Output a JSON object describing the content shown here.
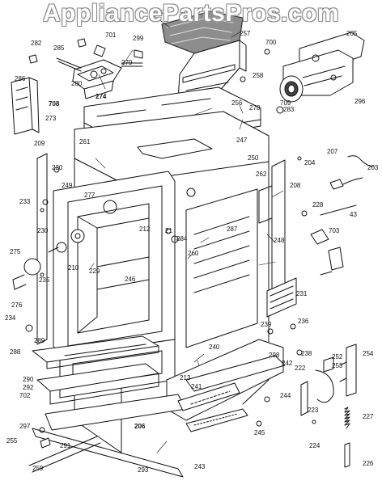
{
  "watermark": "AppliancePartsPros.com",
  "parts": [
    {
      "id": "295"
    },
    {
      "id": "701"
    },
    {
      "id": "282"
    },
    {
      "id": "285"
    },
    {
      "id": "299"
    },
    {
      "id": "279"
    },
    {
      "id": "280"
    },
    {
      "id": "274"
    },
    {
      "id": "286"
    },
    {
      "id": "708"
    },
    {
      "id": "273"
    },
    {
      "id": "209"
    },
    {
      "id": "220"
    },
    {
      "id": "233"
    },
    {
      "id": "230"
    },
    {
      "id": "275"
    },
    {
      "id": "235"
    },
    {
      "id": "276"
    },
    {
      "id": "234"
    },
    {
      "id": "288"
    },
    {
      "id": "289"
    },
    {
      "id": "290"
    },
    {
      "id": "292"
    },
    {
      "id": "702"
    },
    {
      "id": "297"
    },
    {
      "id": "255"
    },
    {
      "id": "259"
    },
    {
      "id": "291"
    },
    {
      "id": "293"
    },
    {
      "id": "206"
    },
    {
      "id": "243"
    },
    {
      "id": "245"
    },
    {
      "id": "244"
    },
    {
      "id": "241"
    },
    {
      "id": "213"
    },
    {
      "id": "240"
    },
    {
      "id": "242"
    },
    {
      "id": "239"
    },
    {
      "id": "298"
    },
    {
      "id": "238"
    },
    {
      "id": "236"
    },
    {
      "id": "223"
    },
    {
      "id": "222"
    },
    {
      "id": "224"
    },
    {
      "id": "252"
    },
    {
      "id": "253"
    },
    {
      "id": "254"
    },
    {
      "id": "227"
    },
    {
      "id": "226"
    },
    {
      "id": "231"
    },
    {
      "id": "703"
    },
    {
      "id": "248"
    },
    {
      "id": "287"
    },
    {
      "id": "260"
    },
    {
      "id": "246"
    },
    {
      "id": "210"
    },
    {
      "id": "229"
    },
    {
      "id": "277"
    },
    {
      "id": "249"
    },
    {
      "id": "212"
    },
    {
      "id": "21"
    },
    {
      "id": "284"
    },
    {
      "id": "261"
    },
    {
      "id": "257"
    },
    {
      "id": "256"
    },
    {
      "id": "278"
    },
    {
      "id": "258"
    },
    {
      "id": "700"
    },
    {
      "id": "283"
    },
    {
      "id": "709"
    },
    {
      "id": "205"
    },
    {
      "id": "296"
    },
    {
      "id": "247"
    },
    {
      "id": "250"
    },
    {
      "id": "262"
    },
    {
      "id": "204"
    },
    {
      "id": "207"
    },
    {
      "id": "203"
    },
    {
      "id": "208"
    },
    {
      "id": "228"
    },
    {
      "id": "43"
    }
  ]
}
